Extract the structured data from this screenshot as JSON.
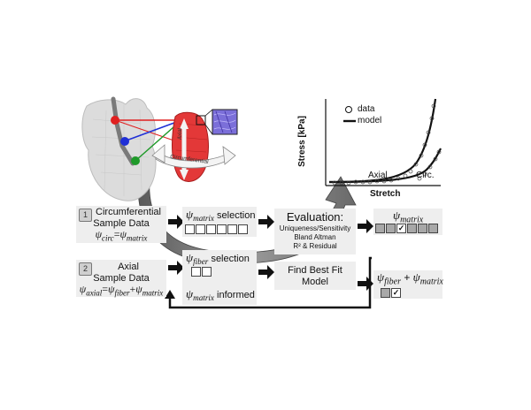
{
  "graph": {
    "ylabel": "Stress [kPa]",
    "xlabel": "Stretch",
    "legend_data": "data",
    "legend_model": "model",
    "curve_axial": "Axial",
    "curve_circ": "Circ."
  },
  "tissue": {
    "circ_label": "Circumferential",
    "axial_label": "Axial"
  },
  "row1": {
    "num": "1",
    "line1": "Circumferential",
    "line2": "Sample Data",
    "psi": "ψ",
    "circ_sub": "circ",
    "eq": "=",
    "psi2": "ψ",
    "matrix_sub": "matrix"
  },
  "row2": {
    "num": "2",
    "line1": "Axial",
    "line2": "Sample Data",
    "psi": "ψ",
    "axial_sub": "axial",
    "eq": "=",
    "psi2": "ψ",
    "fiber_sub": "fiber",
    "plus": "+",
    "psi3": "ψ",
    "matrix_sub": "matrix"
  },
  "selection_matrix": {
    "psi": "ψ",
    "sub": "matrix",
    "text": "selection"
  },
  "selection_fiber": {
    "psi": "ψ",
    "sub": "fiber",
    "text": "selection"
  },
  "informed": {
    "psi": "ψ",
    "sub": "matrix",
    "text": "informed"
  },
  "evaluation": {
    "title": "Evaluation:",
    "line1": "Uniqueness/Sensitivity",
    "line2": "Bland Altman",
    "line3": "R² & Residual"
  },
  "best_fit": {
    "line1": "Find Best Fit",
    "line2": "Model"
  },
  "result_matrix": {
    "psi": "ψ",
    "sub": "matrix",
    "check": "✓"
  },
  "result_fiber": {
    "psi": "ψ",
    "sub": "fiber",
    "plus": "+",
    "psi2": "ψ",
    "sub2": "matrix",
    "check": "✓"
  },
  "colors": {
    "red": "#e02020",
    "blue": "#1f2fd6",
    "green": "#1f9a2a",
    "box_bg": "#eeeeee",
    "arrow_gray": "#8a8a8a"
  }
}
